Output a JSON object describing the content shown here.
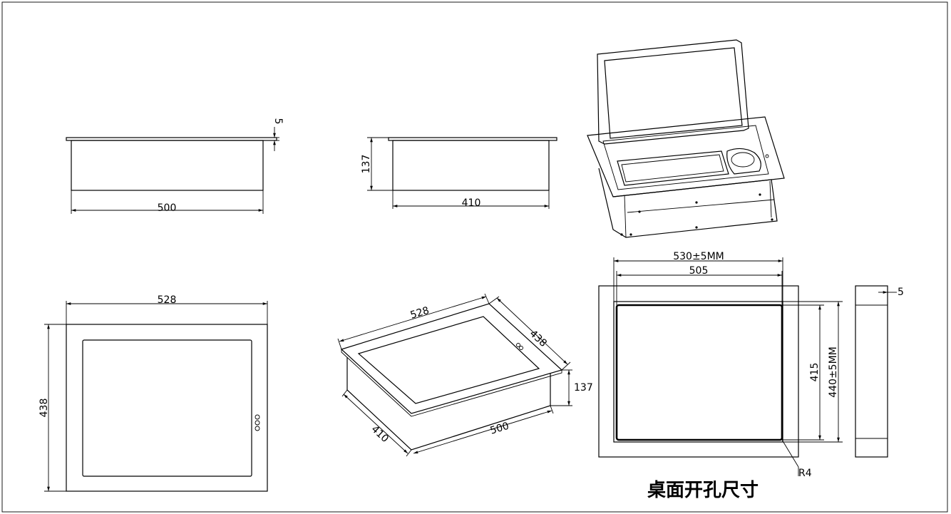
{
  "front_view": {
    "width_label": "500",
    "flange_label": "5"
  },
  "side_view": {
    "height_label": "137",
    "depth_label": "410"
  },
  "top_view": {
    "width_label": "528",
    "height_label": "438"
  },
  "iso_view": {
    "width_label": "528",
    "depth_label": "438",
    "height_label": "137",
    "base_depth_label": "410",
    "base_width_label": "500"
  },
  "cutout_view": {
    "outer_width_label": "530±5MM",
    "inner_width_label": "505",
    "inner_height_label": "415",
    "outer_height_label": "440±5MM",
    "radius_label": "R4",
    "flange_label": "5",
    "title": "桌面开孔尺寸"
  }
}
